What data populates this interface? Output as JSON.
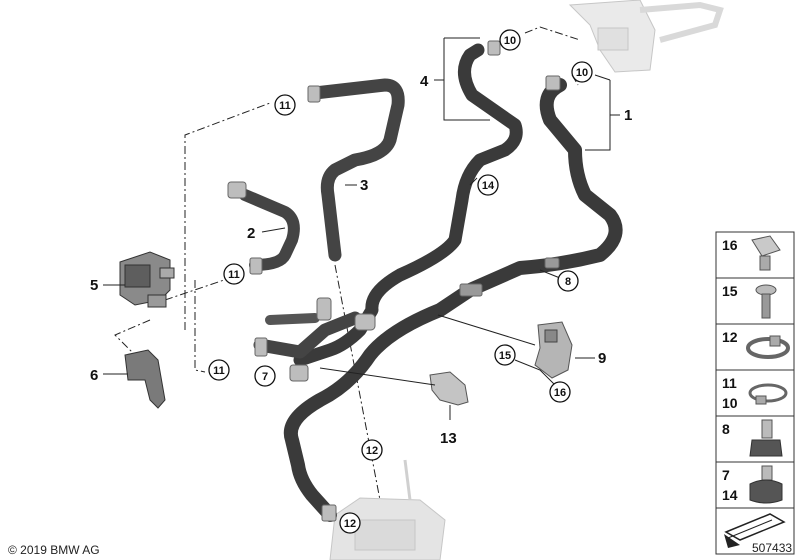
{
  "diagram": {
    "part_labels": {
      "p1": "1",
      "p2": "2",
      "p3": "3",
      "p4": "4",
      "p5": "5",
      "p6": "6",
      "p9": "9",
      "p13": "13"
    },
    "circle_labels": {
      "c10a": "10",
      "c10b": "10",
      "c11a": "11",
      "c11b": "11",
      "c11c": "11",
      "c14": "14",
      "c8": "8",
      "c7": "7",
      "c15": "15",
      "c16": "16",
      "c12a": "12",
      "c12b": "12"
    },
    "legend": {
      "r16": "16",
      "r15": "15",
      "r12": "12",
      "r11": "11",
      "r10": "10",
      "r8": "8",
      "r7": "7",
      "r14": "14"
    },
    "copyright": "© 2019 BMW AG",
    "diagram_number": "507433"
  }
}
